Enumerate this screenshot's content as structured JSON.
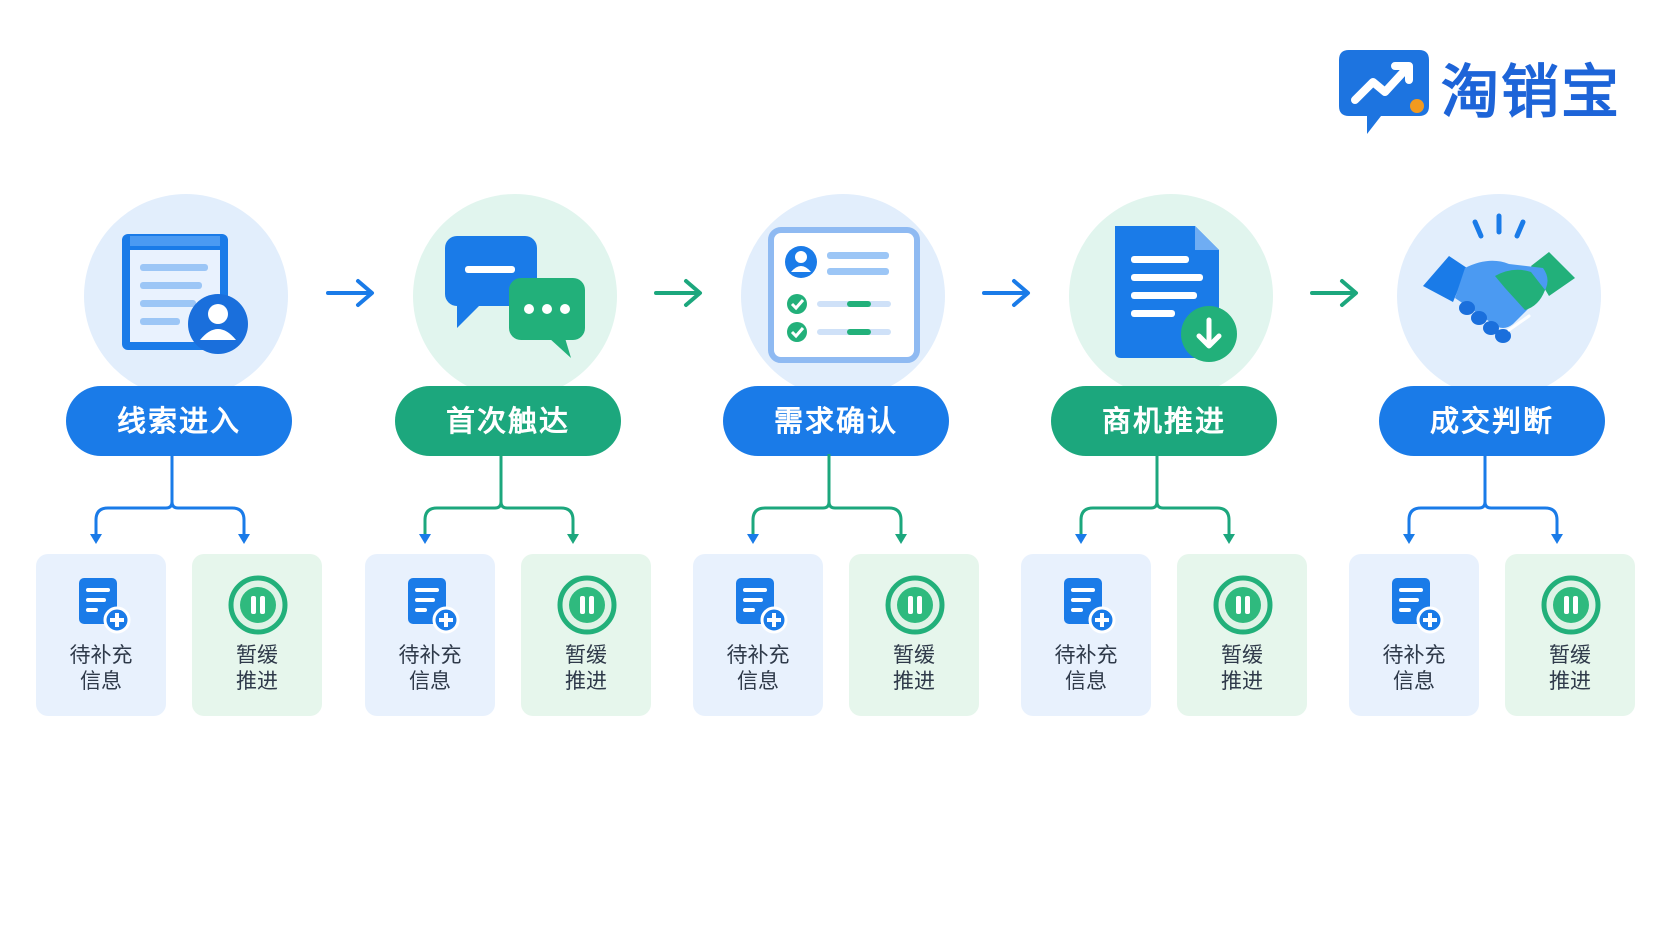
{
  "brand": {
    "name": "淘销宝",
    "icon": "trend-chat-icon"
  },
  "stages": [
    {
      "id": "lead",
      "label": "线索进入",
      "color": "blue",
      "icon": "lead-form-user-icon"
    },
    {
      "id": "contact",
      "label": "首次触达",
      "color": "green",
      "icon": "chat-bubbles-icon"
    },
    {
      "id": "confirm",
      "label": "需求确认",
      "color": "blue",
      "icon": "checklist-profile-icon"
    },
    {
      "id": "advance",
      "label": "商机推进",
      "color": "green",
      "icon": "document-download-icon"
    },
    {
      "id": "deal",
      "label": "成交判断",
      "color": "blue",
      "icon": "handshake-icon"
    }
  ],
  "branches": {
    "supplement": {
      "line1": "待补充",
      "line2": "信息",
      "icon": "document-add-icon"
    },
    "pause": {
      "line1": "暂缓",
      "line2": "推进",
      "icon": "pause-circle-icon"
    }
  },
  "colors": {
    "blue": "#1a7be8",
    "green": "#1ca77d",
    "brand": "#1d64d8"
  }
}
